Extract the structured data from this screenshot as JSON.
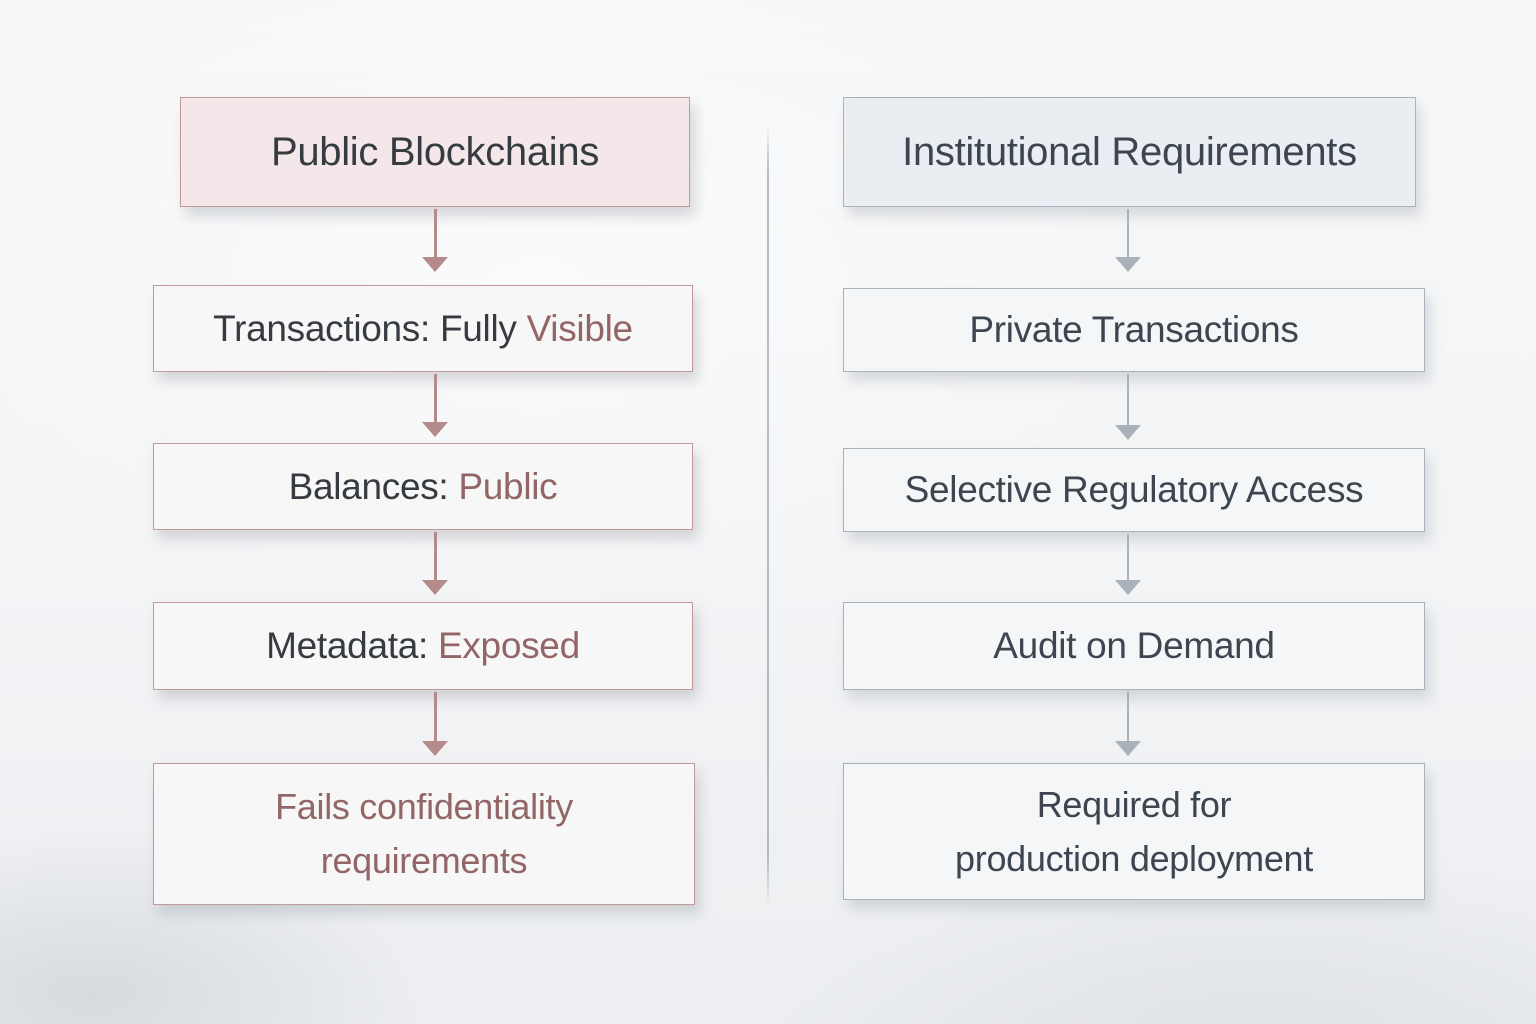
{
  "theme_vars": {
    "rose-header-bg": "#f4e7e9",
    "rose-box-bg": "#f8f7f7",
    "rose-border": "#c0999a",
    "rose-accent": "#926666",
    "rose-arrow": "#b58a8b",
    "dark-text": "#363b42",
    "slate-header-bg": "#eaeef2",
    "slate-box-bg": "#f4f6f8",
    "slate-border": "#a7b2bd",
    "slate-text": "#3d4550",
    "slate-arrow": "#a9b2bb",
    "divider": "#b4bac1"
  },
  "left": {
    "header": "Public Blockchains",
    "boxes": [
      {
        "text": "Transactions: Fully ",
        "accent": "Visible"
      },
      {
        "text": "Balances: ",
        "accent": "Public"
      },
      {
        "text": "Metadata: ",
        "accent": "Exposed"
      }
    ],
    "footer": {
      "line1": "Fails confidentiality",
      "line2": "requirements"
    }
  },
  "right": {
    "header": "Institutional Requirements",
    "boxes": [
      {
        "text": "Private Transactions"
      },
      {
        "text": "Selective Regulatory Access"
      },
      {
        "text": "Audit on Demand"
      }
    ],
    "footer": {
      "line1": "Required for",
      "line2": "production deployment"
    }
  }
}
